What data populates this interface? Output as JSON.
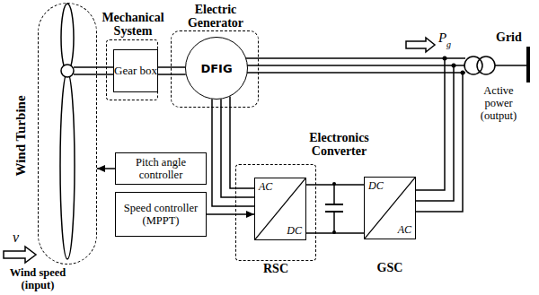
{
  "diagram": {
    "nodes": [
      {
        "text": [
          "Wind Turbine"
        ]
      },
      {
        "text": [
          "Mechanical System"
        ]
      },
      {
        "text": [
          "Gear box"
        ],
        "in": 1
      },
      {
        "text": [
          "Electric Generator"
        ]
      },
      {
        "text": [
          "DFIG"
        ],
        "in": 3
      },
      {
        "text": [
          "Pitch angle controller"
        ]
      },
      {
        "text": [
          "Speed controller (MPPT)"
        ]
      },
      {
        "text": [
          "RSC"
        ]
      },
      {
        "text": [
          "AC",
          "DC"
        ],
        "in": 7
      },
      {
        "text": [
          "DC",
          "AC",
          "GSC"
        ]
      }
    ],
    "edges": [
      {
        "from": 0,
        "to": 2,
        "arrow": "none"
      },
      {
        "from": 2,
        "to": 4,
        "arrow": "none"
      },
      {
        "from": 5,
        "to": 0,
        "arrow": "to"
      },
      {
        "from": 6,
        "to": 8,
        "arrow": "to"
      },
      {
        "from": 4,
        "to": 8,
        "arrow": "none"
      },
      {
        "from": 8,
        "to": 9,
        "arrow": "none"
      }
    ],
    "labels": [
      "Electronics Converter",
      "P",
      "g",
      "Grid",
      "Active power (output)",
      "v",
      "Wind speed (input)"
    ]
  }
}
